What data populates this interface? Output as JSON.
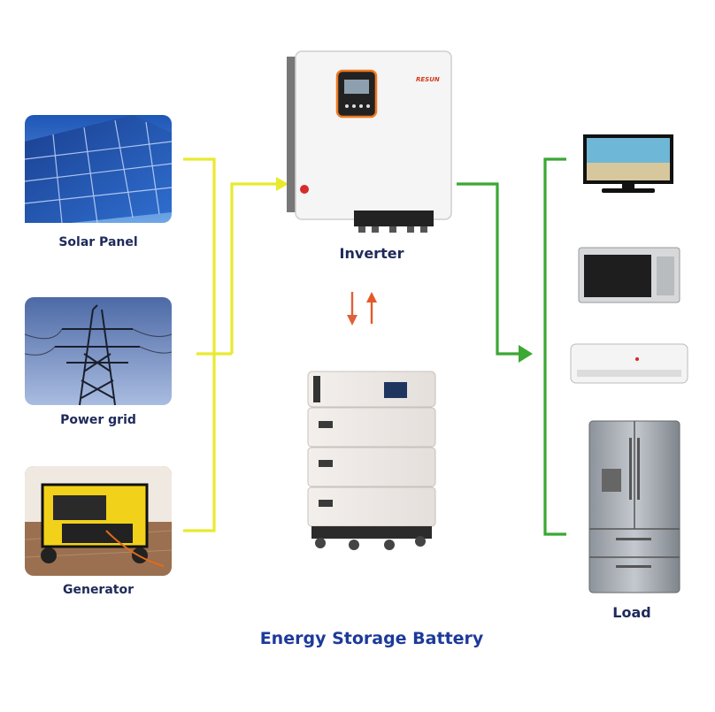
{
  "sources": [
    {
      "label": "Solar Panel",
      "icon": "solar-panel-icon"
    },
    {
      "label": "Power grid",
      "icon": "power-tower-icon"
    },
    {
      "label": "Generator",
      "icon": "generator-icon"
    }
  ],
  "inverter": {
    "label": "Inverter",
    "brand": "RESUN",
    "icon": "inverter-icon"
  },
  "battery": {
    "label": "Energy Storage Battery",
    "icon": "battery-stack-icon"
  },
  "load": {
    "label": "Load",
    "items": [
      {
        "icon": "tv-icon"
      },
      {
        "icon": "microwave-icon"
      },
      {
        "icon": "air-conditioner-icon"
      },
      {
        "icon": "refrigerator-icon"
      }
    ]
  },
  "colors": {
    "source_lines": "#e8ea2e",
    "load_lines": "#3aa832",
    "arrow_down": "#e0603a",
    "arrow_up": "#e25a2a",
    "label_text": "#1e2a5a",
    "battery_label": "#1d3a9a"
  }
}
